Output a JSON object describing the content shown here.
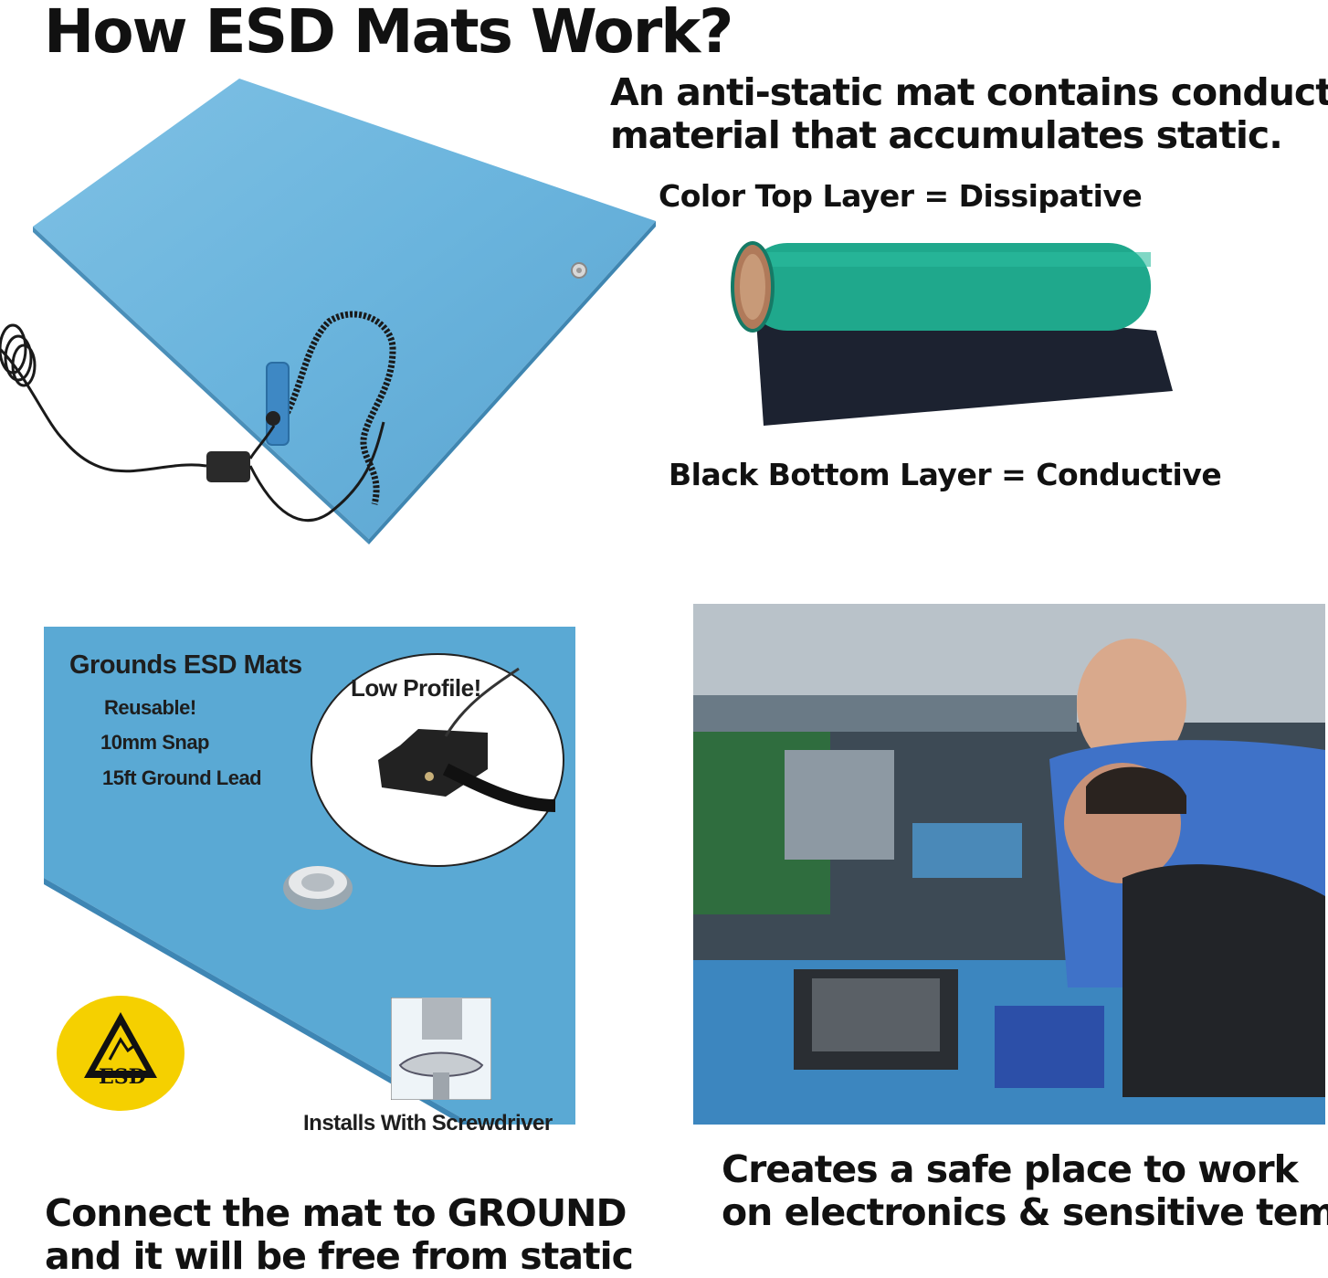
{
  "header": {
    "title": "How ESD Mats Work?"
  },
  "intro": {
    "line1": "An anti-static mat contains conductive",
    "line2": "material that accumulates static."
  },
  "layers": {
    "top_label": "Color Top Layer = Dissipative",
    "bottom_label": "Black Bottom Layer = Conductive",
    "top_color": "#1fa88c",
    "bottom_color": "#1c2230"
  },
  "feature_panel": {
    "heading": "Grounds ESD Mats",
    "features": [
      "Reusable!",
      "10mm Snap",
      "15ft Ground Lead"
    ],
    "callout": "Low Profile!",
    "install_note": "Installs With Screwdriver",
    "esd_badge_text": "ESD",
    "mat_color": "#5aa9d4"
  },
  "captions": {
    "ground_line1": "Connect the mat to GROUND",
    "ground_line2": "and it will be free from static",
    "work_line1": "Creates a safe place to work",
    "work_line2": "on electronics & sensitive tems"
  }
}
